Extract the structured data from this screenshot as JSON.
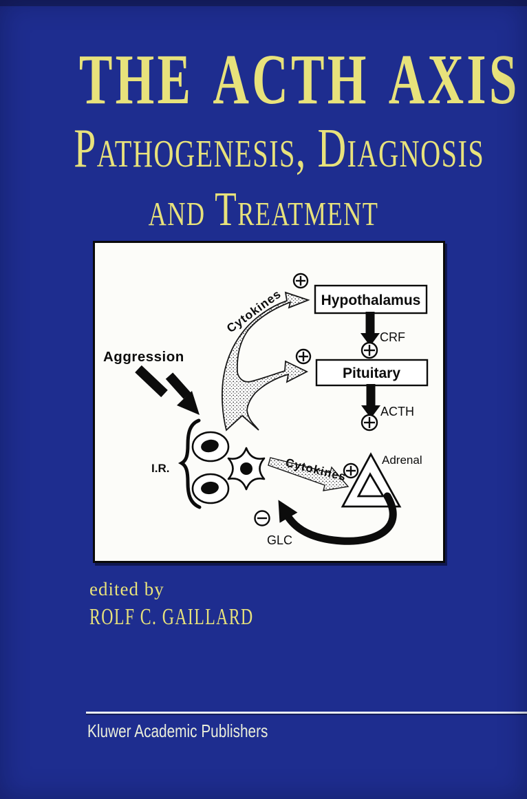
{
  "cover": {
    "title": "THE ACTH AXIS",
    "subtitle1": "Pathogenesis, Diagnosis",
    "subtitle2": "and Treatment",
    "edited_by": "edited by",
    "editor": "ROLF C. GAILLARD",
    "publisher": "Kluwer Academic Publishers",
    "colors": {
      "background": "#1e2d8f",
      "top_edge": "#161f63",
      "title_text": "#e8e27b",
      "publisher_text": "#eaeeda",
      "panel_background": "#fcfcf9",
      "diagram_ink": "#0c0c0c"
    }
  },
  "diagram": {
    "hypothalamus": "Hypothalamus",
    "pituitary": "Pituitary",
    "crf": "CRF",
    "acth": "ACTH",
    "adrenal": "Adrenal",
    "cytokines_upper": "Cytokines",
    "cytokines_lower": "Cytokines",
    "aggression": "Aggression",
    "ir": "I.R.",
    "glc": "GLC"
  }
}
